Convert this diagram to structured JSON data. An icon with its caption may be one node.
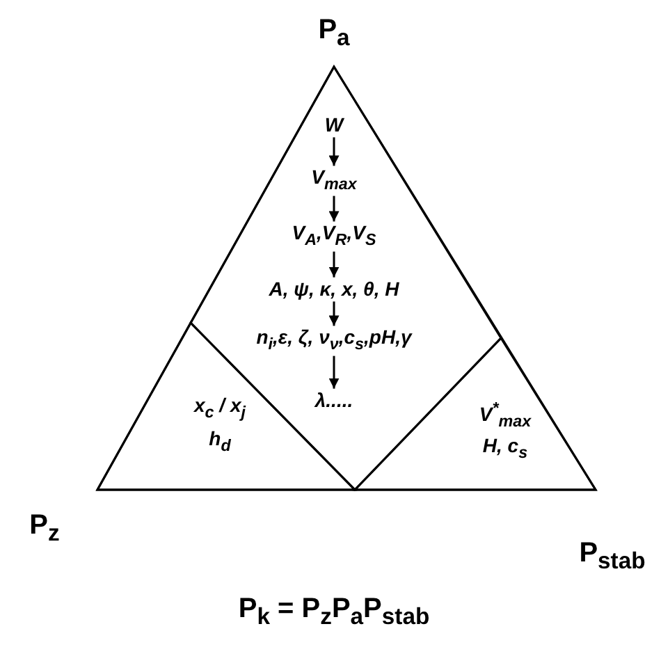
{
  "diagram": {
    "caption": "P$_{k}$ = P$_{z}$P$_{a}$P$_{stab}$",
    "nodes": [
      {
        "text": [],
        "shape": "triangle"
      },
      {
        "text": [],
        "shape": "diamond",
        "in": 0
      },
      {
        "text": [
          "x$_{c}$ / x$_{j}$",
          "h$_{d}$"
        ],
        "in": 0
      },
      {
        "text": [
          "V$^{*}$$_{max}$",
          "H, c$_{s}$"
        ],
        "in": 0
      },
      {
        "text": [
          "W"
        ],
        "in": 1
      },
      {
        "text": [
          "V$_{max}$"
        ],
        "in": 1
      },
      {
        "text": [
          "V$_{A}$,V$_{R}$,V$_{S}$"
        ],
        "in": 1
      },
      {
        "text": [
          "A, ψ, κ, x, θ, H"
        ],
        "in": 1
      },
      {
        "text": [
          "n$_{i}$,ε, ζ, ν$_{ν}$,c$_{s}$,pH,γ"
        ],
        "in": 1
      },
      {
        "text": [
          "λ....."
        ],
        "in": 1
      }
    ],
    "edges": [
      {
        "from": 4,
        "to": 5,
        "arrow": "to"
      },
      {
        "from": 5,
        "to": 6,
        "arrow": "to"
      },
      {
        "from": 6,
        "to": 7,
        "arrow": "to"
      },
      {
        "from": 7,
        "to": 8,
        "arrow": "to"
      },
      {
        "from": 8,
        "to": 9,
        "arrow": "to"
      }
    ],
    "labels": [
      "P$_{a}$",
      "P$_{z}$",
      "P$_{stab}$"
    ]
  }
}
